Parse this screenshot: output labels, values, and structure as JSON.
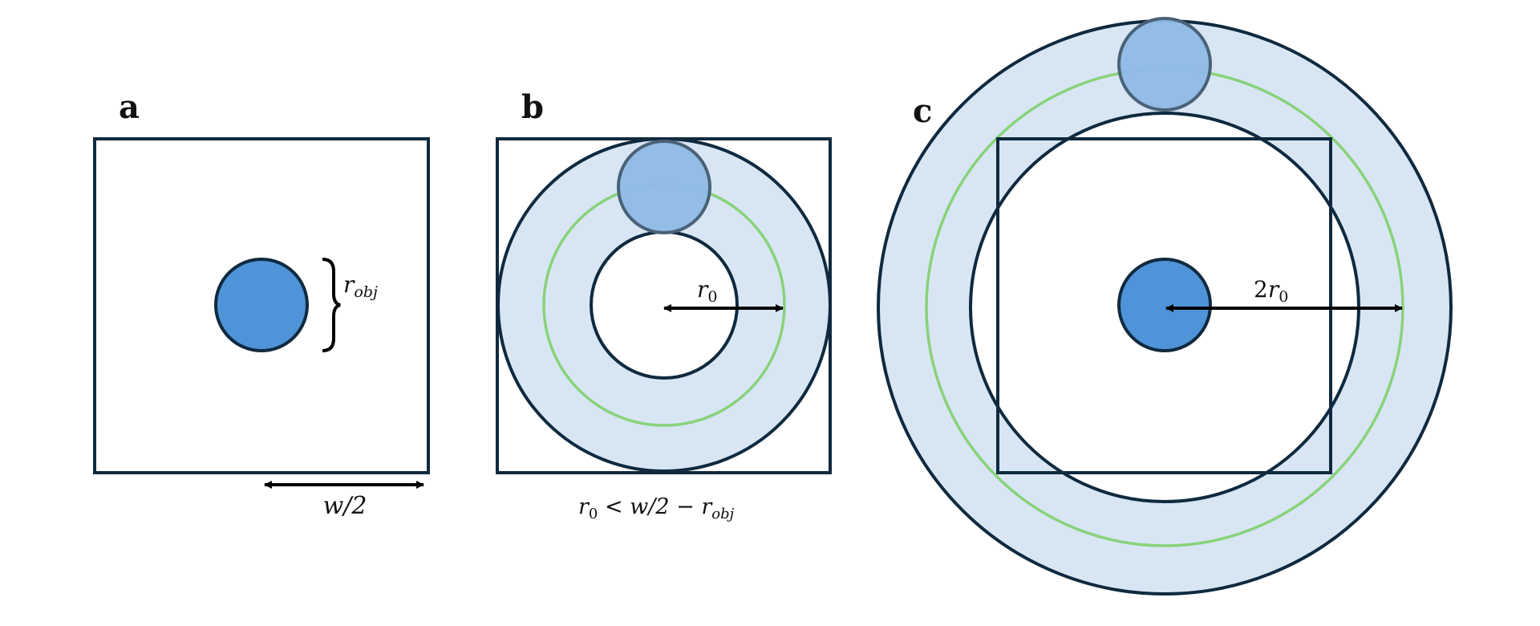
{
  "colors": {
    "outline": "#0f2a3f",
    "object_fill": "#4f93d8",
    "object_translucent": "#8fbbe6",
    "annulus_fill": "#d8e6f4",
    "green_circle": "#88d27a",
    "arrow": "#000000"
  },
  "panels": {
    "a": {
      "label": "a",
      "object_radius_label": "r",
      "object_radius_sub": "obj",
      "half_width_label": "w/2"
    },
    "b": {
      "label": "b",
      "radius_label": "r",
      "radius_sub": "0",
      "condition_lhs": "r",
      "condition_lhs_sub": "0",
      "condition_rel": " < w/2 − r",
      "condition_rhs_sub": "obj"
    },
    "c": {
      "label": "c",
      "radius_label_prefix": "2",
      "radius_label": "r",
      "radius_sub": "0"
    }
  }
}
